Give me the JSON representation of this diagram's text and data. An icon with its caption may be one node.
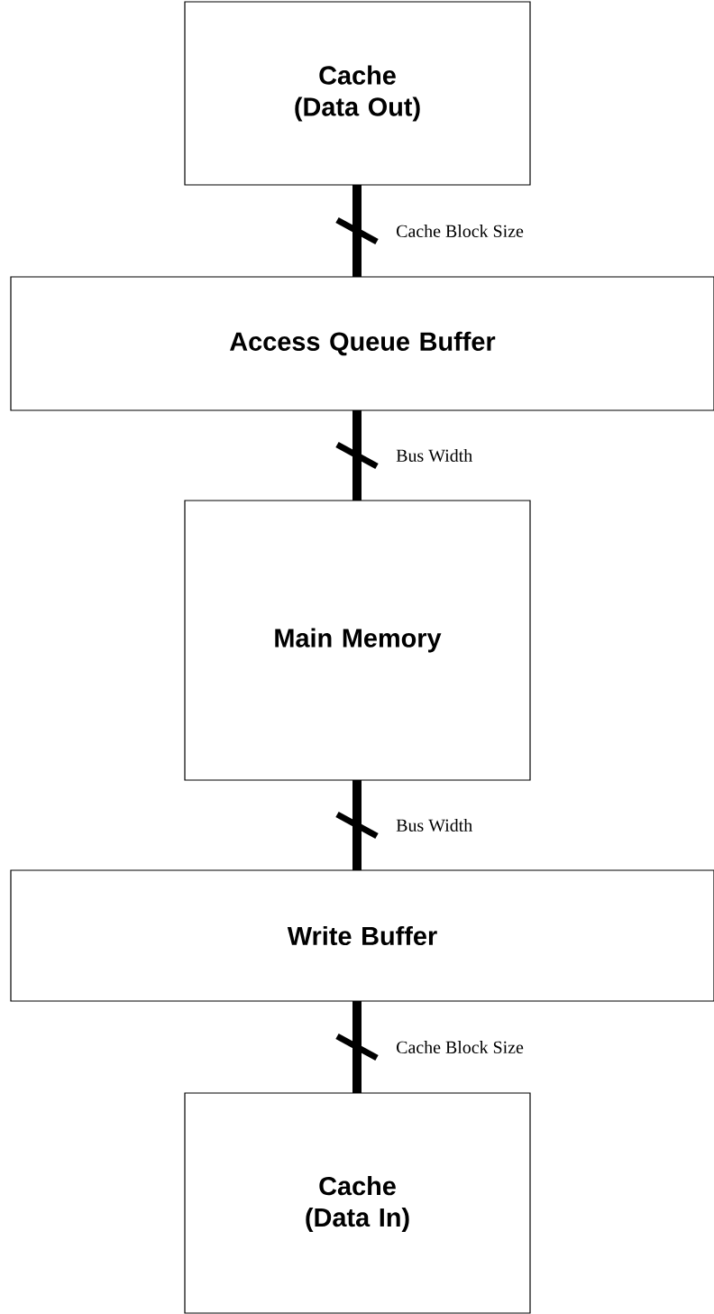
{
  "diagram": {
    "nodes": [
      {
        "text": [
          "Cache (Data Out)"
        ]
      },
      {
        "text": [
          "Access Queue Buffer"
        ]
      },
      {
        "text": [
          "Main Memory"
        ]
      },
      {
        "text": [
          "Write Buffer"
        ]
      },
      {
        "text": [
          "Cache (Data In)"
        ]
      }
    ],
    "edges": [
      {
        "from": 0,
        "to": 1,
        "arrow": "none",
        "label": "Cache Block Size"
      },
      {
        "from": 1,
        "to": 2,
        "arrow": "none",
        "label": "Bus Width"
      },
      {
        "from": 2,
        "to": 3,
        "arrow": "none",
        "label": "Bus Width"
      },
      {
        "from": 3,
        "to": 4,
        "arrow": "none",
        "label": "Cache Block Size"
      }
    ]
  }
}
